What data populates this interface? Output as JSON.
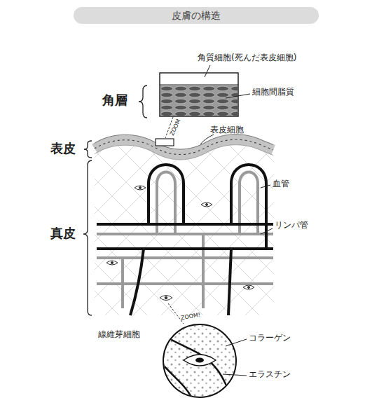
{
  "diagram": {
    "title": "皮膚の構造",
    "labels": [
      "角質細胞(死んだ表皮細胞)",
      "細胞間脂質",
      "角層",
      "ZOOM",
      "表皮細胞",
      "表皮",
      "血管",
      "リンパ管",
      "真皮",
      "線維芽細胞",
      "ZOOM!",
      "コラーゲン",
      "エラスチン"
    ]
  }
}
